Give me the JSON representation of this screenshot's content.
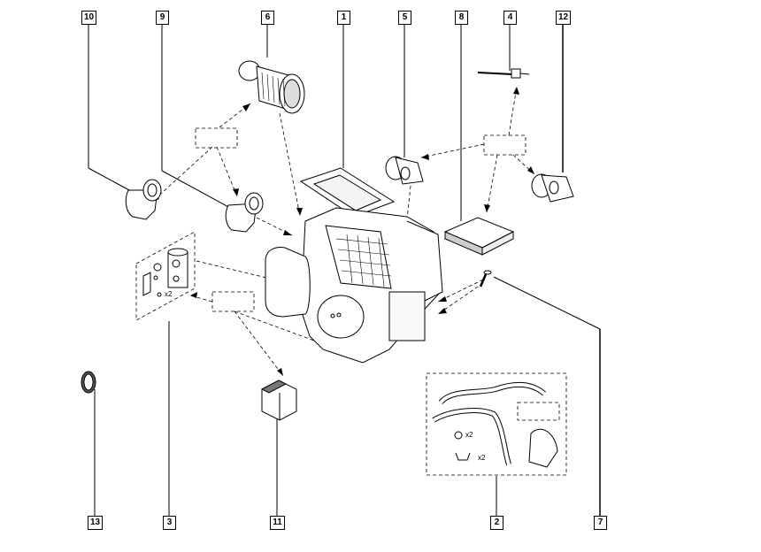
{
  "diagram": {
    "type": "exploded-parts-diagram",
    "subject": "heater / air conditioning unit assembly",
    "callouts": [
      {
        "id": "10",
        "label": "10",
        "part": "actuator motor (left)"
      },
      {
        "id": "9",
        "label": "9",
        "part": "actuator motor"
      },
      {
        "id": "6",
        "label": "6",
        "part": "blower motor fan"
      },
      {
        "id": "1",
        "label": "1",
        "part": "heater unit housing"
      },
      {
        "id": "5",
        "label": "5",
        "part": "actuator motor (top)"
      },
      {
        "id": "8",
        "label": "8",
        "part": "control module"
      },
      {
        "id": "4",
        "label": "4",
        "part": "temperature sensor"
      },
      {
        "id": "12",
        "label": "12",
        "part": "actuator motor (right)"
      },
      {
        "id": "13",
        "label": "13",
        "part": "sensor cap"
      },
      {
        "id": "3",
        "label": "3",
        "part": "expansion valve kit"
      },
      {
        "id": "11",
        "label": "11",
        "part": "blower resistor"
      },
      {
        "id": "2",
        "label": "2",
        "part": "pipe kit"
      },
      {
        "id": "7",
        "label": "7",
        "part": "screw"
      }
    ],
    "annotations": {
      "kit3_qty": "x2",
      "kit2_oring_qty": "x2",
      "kit2_clip_qty": "x2"
    }
  }
}
